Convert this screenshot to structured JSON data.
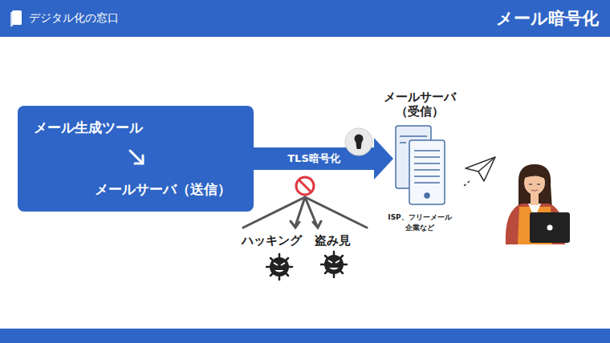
{
  "diagram": {
    "title": "メール暗号化",
    "nodes": [
      {
        "text": [
          "メール生成ツール",
          "メールサーバ（送信）"
        ]
      },
      {
        "text": [
          "メールサーバ （受信）",
          "ISP、フリーメール 企業など"
        ]
      }
    ],
    "edges": [
      {
        "from": 0,
        "to": 1,
        "arrow": "to",
        "label": "TLS暗号化"
      }
    ],
    "labels": [
      "デジタル化の窓口",
      "ハッキング",
      "盗み見"
    ]
  }
}
